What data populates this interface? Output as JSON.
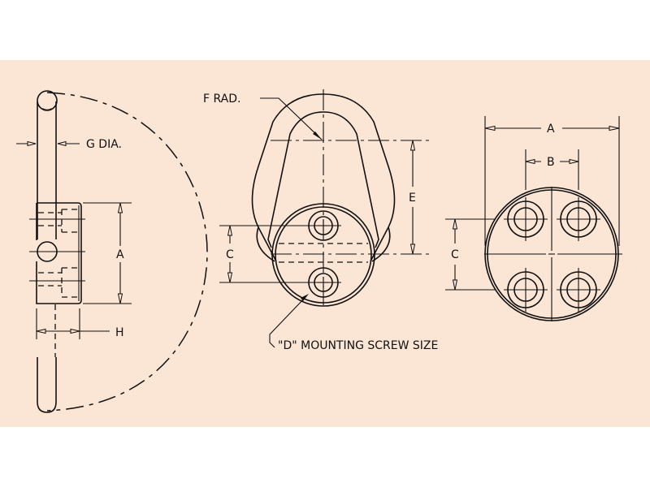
{
  "page": {
    "background": "#ffffff",
    "panel_color": "#fbe5d4",
    "line_color": "#111111"
  },
  "drawing": {
    "title": "Triangular folding ring (D-ring) with mounting plate — dimension drawing",
    "views": [
      {
        "id": "side-view",
        "labels": [
          "G DIA.",
          "A",
          "H"
        ]
      },
      {
        "id": "front-view",
        "labels": [
          "F RAD.",
          "E",
          "C"
        ],
        "callout": "\"D\" MOUNTING SCREW SIZE"
      },
      {
        "id": "base-view",
        "labels": [
          "A",
          "B",
          "C"
        ]
      }
    ]
  },
  "labels": {
    "g_dia": "G DIA.",
    "side_a": "A",
    "side_h": "H",
    "f_rad": "F RAD.",
    "front_e": "E",
    "front_c": "C",
    "d_callout": "\"D\" MOUNTING SCREW SIZE",
    "base_a": "A",
    "base_b": "B",
    "base_c": "C"
  }
}
